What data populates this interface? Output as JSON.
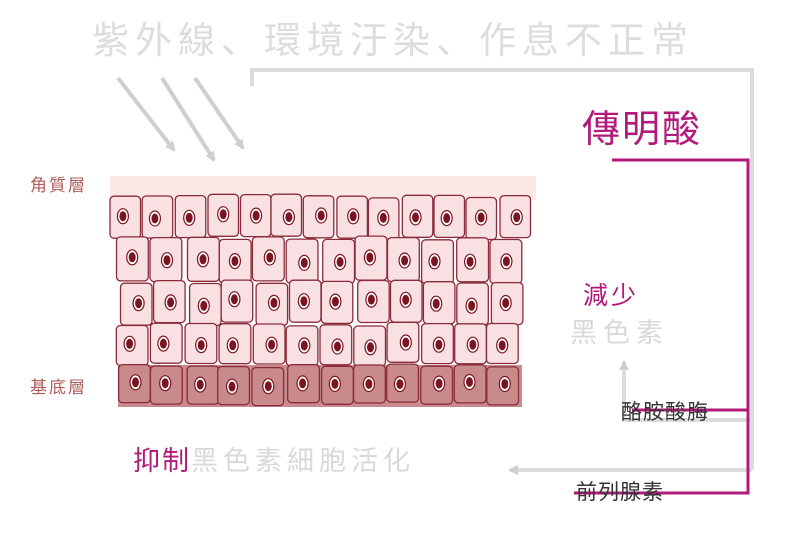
{
  "diagram": {
    "causes_text": "紫外線、環境汙染、作息不正常",
    "tranexamic_acid": "傳明酸",
    "reduce_text": "減少",
    "melanin_text": "黑色素",
    "tyrosinase_text": "酪胺酸脢",
    "prostaglandin_text": "前列腺素",
    "inhibit_text": "抑制",
    "inhibit_rest_text": "黑色素細胞活化",
    "label_stratum_corneum": "角質層",
    "label_basal_layer": "基底層"
  },
  "colors": {
    "accent_magenta": "#b11a7a",
    "faded_gray": "#d9d9d9",
    "cell_fill": "#f9e0e3",
    "cell_stroke": "#8a2b3a",
    "basal_fill": "#c98a8c",
    "nucleus": "#7a1420",
    "corneum_band": "#fde8e8",
    "label_color": "#b15c5c"
  }
}
